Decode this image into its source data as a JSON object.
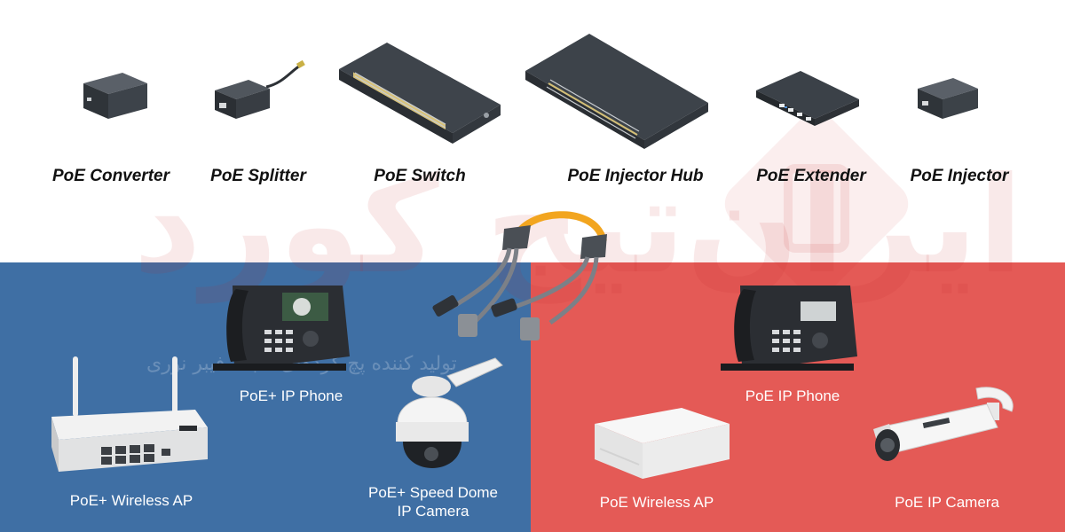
{
  "top_devices": [
    {
      "id": "poe-converter",
      "label": "PoE Converter"
    },
    {
      "id": "poe-splitter",
      "label": "PoE Splitter"
    },
    {
      "id": "poe-switch",
      "label": "PoE Switch"
    },
    {
      "id": "poe-injector-hub",
      "label": "PoE Injector Hub"
    },
    {
      "id": "poe-extender",
      "label": "PoE Extender"
    },
    {
      "id": "poe-injector",
      "label": "PoE Injector"
    }
  ],
  "left_panel": {
    "color": "#3f6fa4",
    "devices": [
      {
        "id": "poe-plus-ip-phone",
        "label": "PoE+ IP Phone"
      },
      {
        "id": "poe-plus-wireless-ap",
        "label": "PoE+ Wireless AP"
      },
      {
        "id": "poe-plus-speed-dome",
        "label_line1": "PoE+ Speed Dome",
        "label_line2": "IP Camera"
      }
    ]
  },
  "right_panel": {
    "color": "#e45a56",
    "devices": [
      {
        "id": "poe-ip-phone",
        "label": "PoE IP Phone"
      },
      {
        "id": "poe-wireless-ap",
        "label": "PoE Wireless AP"
      },
      {
        "id": "poe-ip-camera",
        "label": "PoE IP Camera"
      }
    ]
  },
  "watermark": {
    "main": "ایران‌تیج کورد",
    "sub": "تولید کننده پچ کردهای شبکه فیبر نوری"
  },
  "colors": {
    "device_dark": "#3a4047",
    "device_light": "#f2f2f2",
    "cable_orange": "#f2a51f",
    "cable_gray": "#7c8087"
  }
}
